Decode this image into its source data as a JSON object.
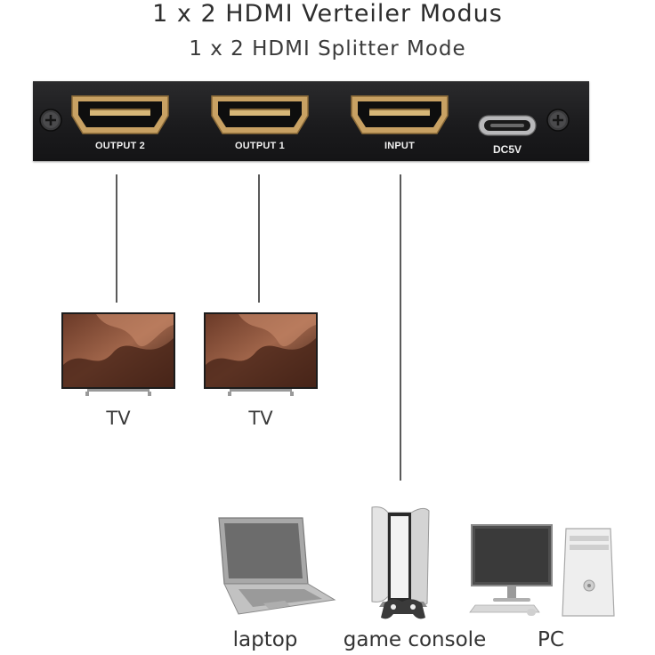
{
  "title": "1 x 2 HDMI Verteiler Modus",
  "subtitle": "1 x 2 HDMI Splitter Mode",
  "device": {
    "ports": [
      {
        "label": "OUTPUT 2"
      },
      {
        "label": "OUTPUT 1"
      },
      {
        "label": "INPUT"
      }
    ],
    "power_label": "DC5V"
  },
  "outputs": [
    {
      "label": "TV"
    },
    {
      "label": "TV"
    }
  ],
  "sources": [
    {
      "label": "laptop"
    },
    {
      "label": "game console"
    },
    {
      "label": "PC"
    }
  ],
  "colors": {
    "device_body": "#1b1b1d",
    "hdmi_gold": "#c8a163",
    "cable": "#5a5a5a"
  }
}
